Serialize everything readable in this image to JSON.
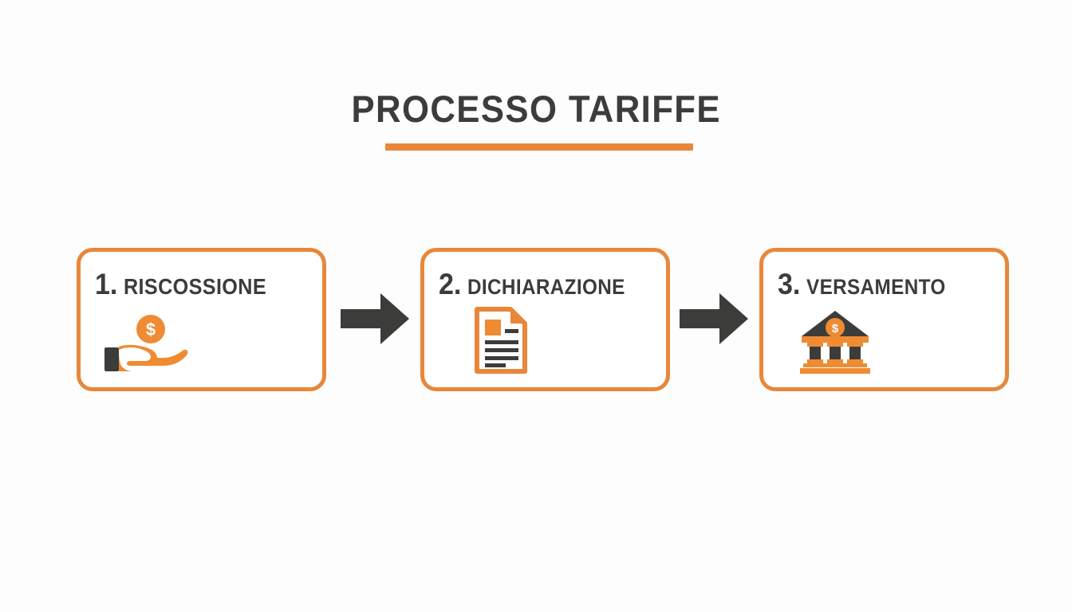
{
  "page": {
    "title": "PROCESSO TARIFFE",
    "background_color": "#fdfdfd",
    "accent_color": "#e8873a",
    "text_color": "#3c3c3b"
  },
  "header": {
    "title": "PROCESSO TARIFFE",
    "underline_color": "#e8873a"
  },
  "flow": {
    "direction": "left-to-right",
    "connector_icon": "right-arrow-icon",
    "connector_color": "#3c3c3b",
    "steps": [
      {
        "number": "1.",
        "label": "RISCOSSIONE",
        "icon": "hand-holding-dollar-coin-icon",
        "icon_colors": {
          "hand": "#ef8b32",
          "cuff": "#3c3c3b",
          "coin": "#ef8b32",
          "symbol": "#ffffff"
        },
        "border_color": "#e8873a"
      },
      {
        "number": "2.",
        "label": "DICHIARAZIONE",
        "icon": "document-page-icon",
        "icon_colors": {
          "outline": "#e8873a",
          "block": "#ef8b32",
          "lines": "#3c3c3b"
        },
        "border_color": "#e8873a"
      },
      {
        "number": "3.",
        "label": "VERSAMENTO",
        "icon": "bank-building-with-coin-icon",
        "icon_colors": {
          "roof": "#3c3c3b",
          "columns": "#3c3c3b",
          "trim": "#ef8b32",
          "coin": "#ef8b32",
          "symbol": "#ffffff"
        },
        "border_color": "#e8873a"
      }
    ],
    "arrows": [
      {
        "name": "arrow-step1-to-step2"
      },
      {
        "name": "arrow-step2-to-step3"
      }
    ]
  }
}
